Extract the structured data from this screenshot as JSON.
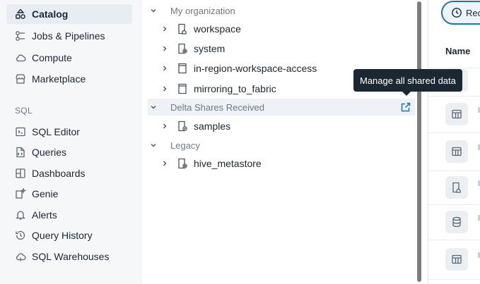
{
  "sidebar": {
    "items": [
      {
        "label": "Catalog",
        "icon": "catalog-icon",
        "active": true
      },
      {
        "label": "Jobs & Pipelines",
        "icon": "jobs-icon"
      },
      {
        "label": "Compute",
        "icon": "cloud-icon"
      },
      {
        "label": "Marketplace",
        "icon": "marketplace-icon"
      }
    ],
    "section_label": "SQL",
    "sql_items": [
      {
        "label": "SQL Editor",
        "icon": "sql-editor-icon"
      },
      {
        "label": "Queries",
        "icon": "queries-icon"
      },
      {
        "label": "Dashboards",
        "icon": "dashboards-icon"
      },
      {
        "label": "Genie",
        "icon": "genie-icon"
      },
      {
        "label": "Alerts",
        "icon": "bell-icon"
      },
      {
        "label": "Query History",
        "icon": "history-icon"
      },
      {
        "label": "SQL Warehouses",
        "icon": "warehouse-icon"
      }
    ]
  },
  "tree": {
    "groups": [
      {
        "label": "My organization",
        "items": [
          {
            "label": "workspace",
            "icon": "workspace-catalog-icon"
          },
          {
            "label": "system",
            "icon": "system-catalog-icon"
          },
          {
            "label": "in-region-workspace-access",
            "icon": "catalog-icon"
          },
          {
            "label": "mirroring_to_fabric",
            "icon": "catalog-icon"
          }
        ]
      },
      {
        "label": "Delta Shares Received",
        "items": [
          {
            "label": "samples",
            "icon": "shared-catalog-icon"
          }
        ]
      },
      {
        "label": "Legacy",
        "items": [
          {
            "label": "hive_metastore",
            "icon": "system-catalog-icon"
          }
        ]
      }
    ],
    "tooltip": "Manage all shared data"
  },
  "right": {
    "recents_label": "Rec",
    "name_header": "Name",
    "row_icons": [
      "table-icon",
      "table-icon",
      "table-icon",
      "workspace-catalog-icon",
      "database-icon",
      "table-icon"
    ]
  },
  "colors": {
    "sidebar_bg": "#f6f7f9",
    "active_bg": "#e7edf3",
    "accent": "#2272b4",
    "tooltip_bg": "#1b2733",
    "highlight_row": "#eef2f7"
  }
}
